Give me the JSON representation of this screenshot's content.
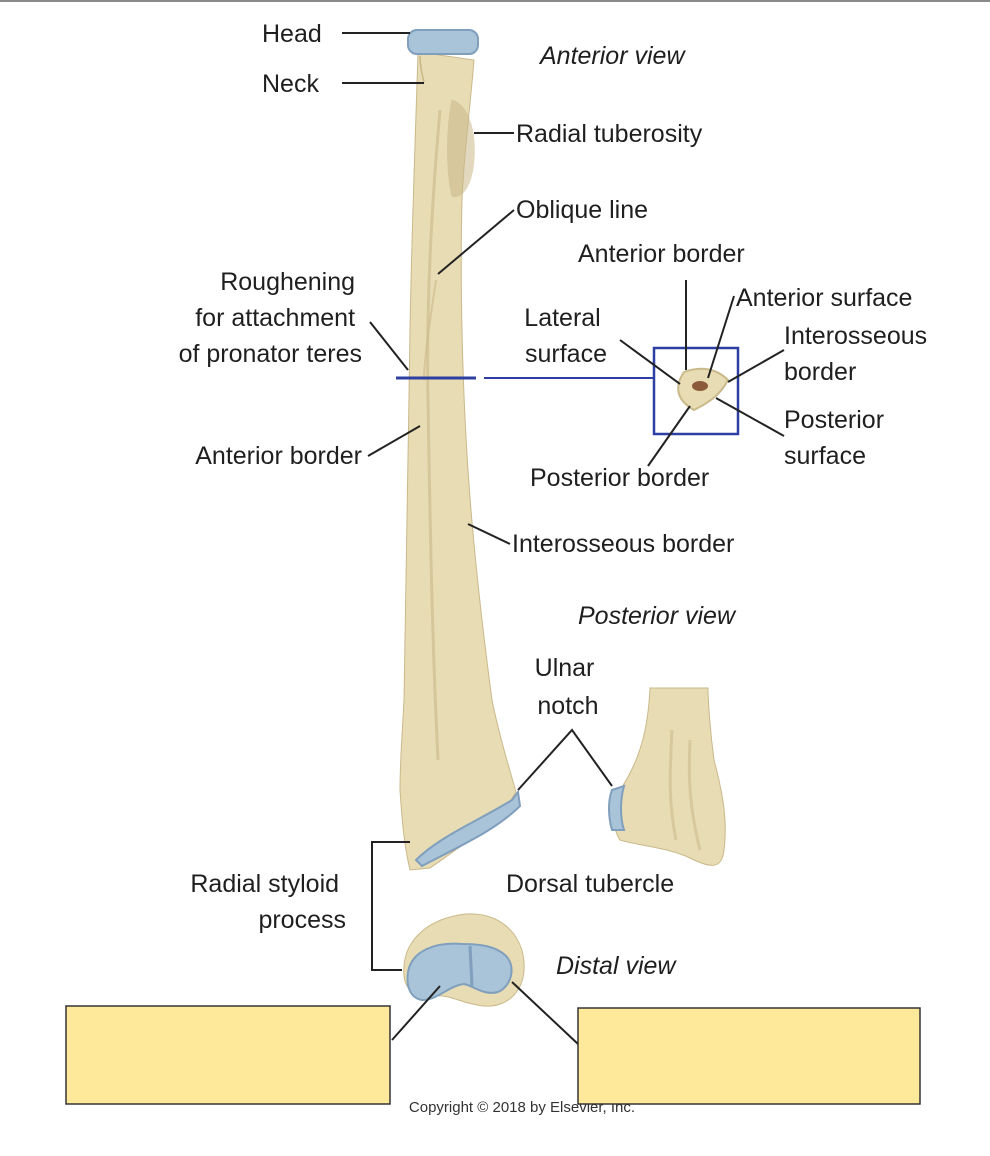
{
  "colors": {
    "bone": "#e8dcb4",
    "bone_shadow": "#c9b98a",
    "cartilage": "#a9c3d8",
    "cartilage_edge": "#7f9fbd",
    "section_box": "#2d3fa0",
    "blank_label_fill": "#fee89a",
    "leader": "#222222"
  },
  "views": {
    "anterior": "Anterior view",
    "posterior": "Posterior view",
    "distal": "Distal view"
  },
  "labels": {
    "head": "Head",
    "neck": "Neck",
    "radial_tuberosity": "Radial tuberosity",
    "oblique_line": "Oblique line",
    "roughening": [
      "Roughening",
      "for attachment",
      "of pronator teres"
    ],
    "anterior_border_left": "Anterior border",
    "interosseous_border_shaft": "Interosseous border",
    "radial_styloid_process": [
      "Radial styloid",
      "process"
    ],
    "ulnar_notch": [
      "Ulnar",
      "notch"
    ],
    "dorsal_tubercle": "Dorsal tubercle"
  },
  "cross_section": {
    "anterior_border": "Anterior border",
    "anterior_surface": "Anterior surface",
    "lateral_surface": [
      "Lateral",
      "surface"
    ],
    "interosseous_border": [
      "Interosseous",
      "border"
    ],
    "posterior_surface": [
      "Posterior",
      "surface"
    ],
    "posterior_border": "Posterior border"
  },
  "copyright": "Copyright © 2018 by Elsevier, Inc.",
  "blank_labels": [
    {
      "text": ""
    },
    {
      "text": ""
    }
  ]
}
